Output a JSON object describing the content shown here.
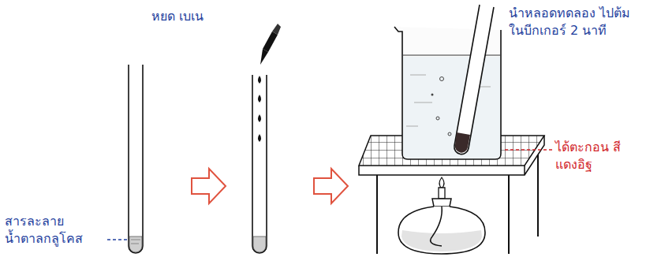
{
  "diagram": {
    "labels": [
      "หยด เบเน",
      "สารละลาย น้ำตาลกลูโคส",
      "นำหลอดทดลอง ไปต้มในบีกเกอร์ 2 นาที",
      "ได้ตะกอน สีแดงอิฐ"
    ]
  }
}
